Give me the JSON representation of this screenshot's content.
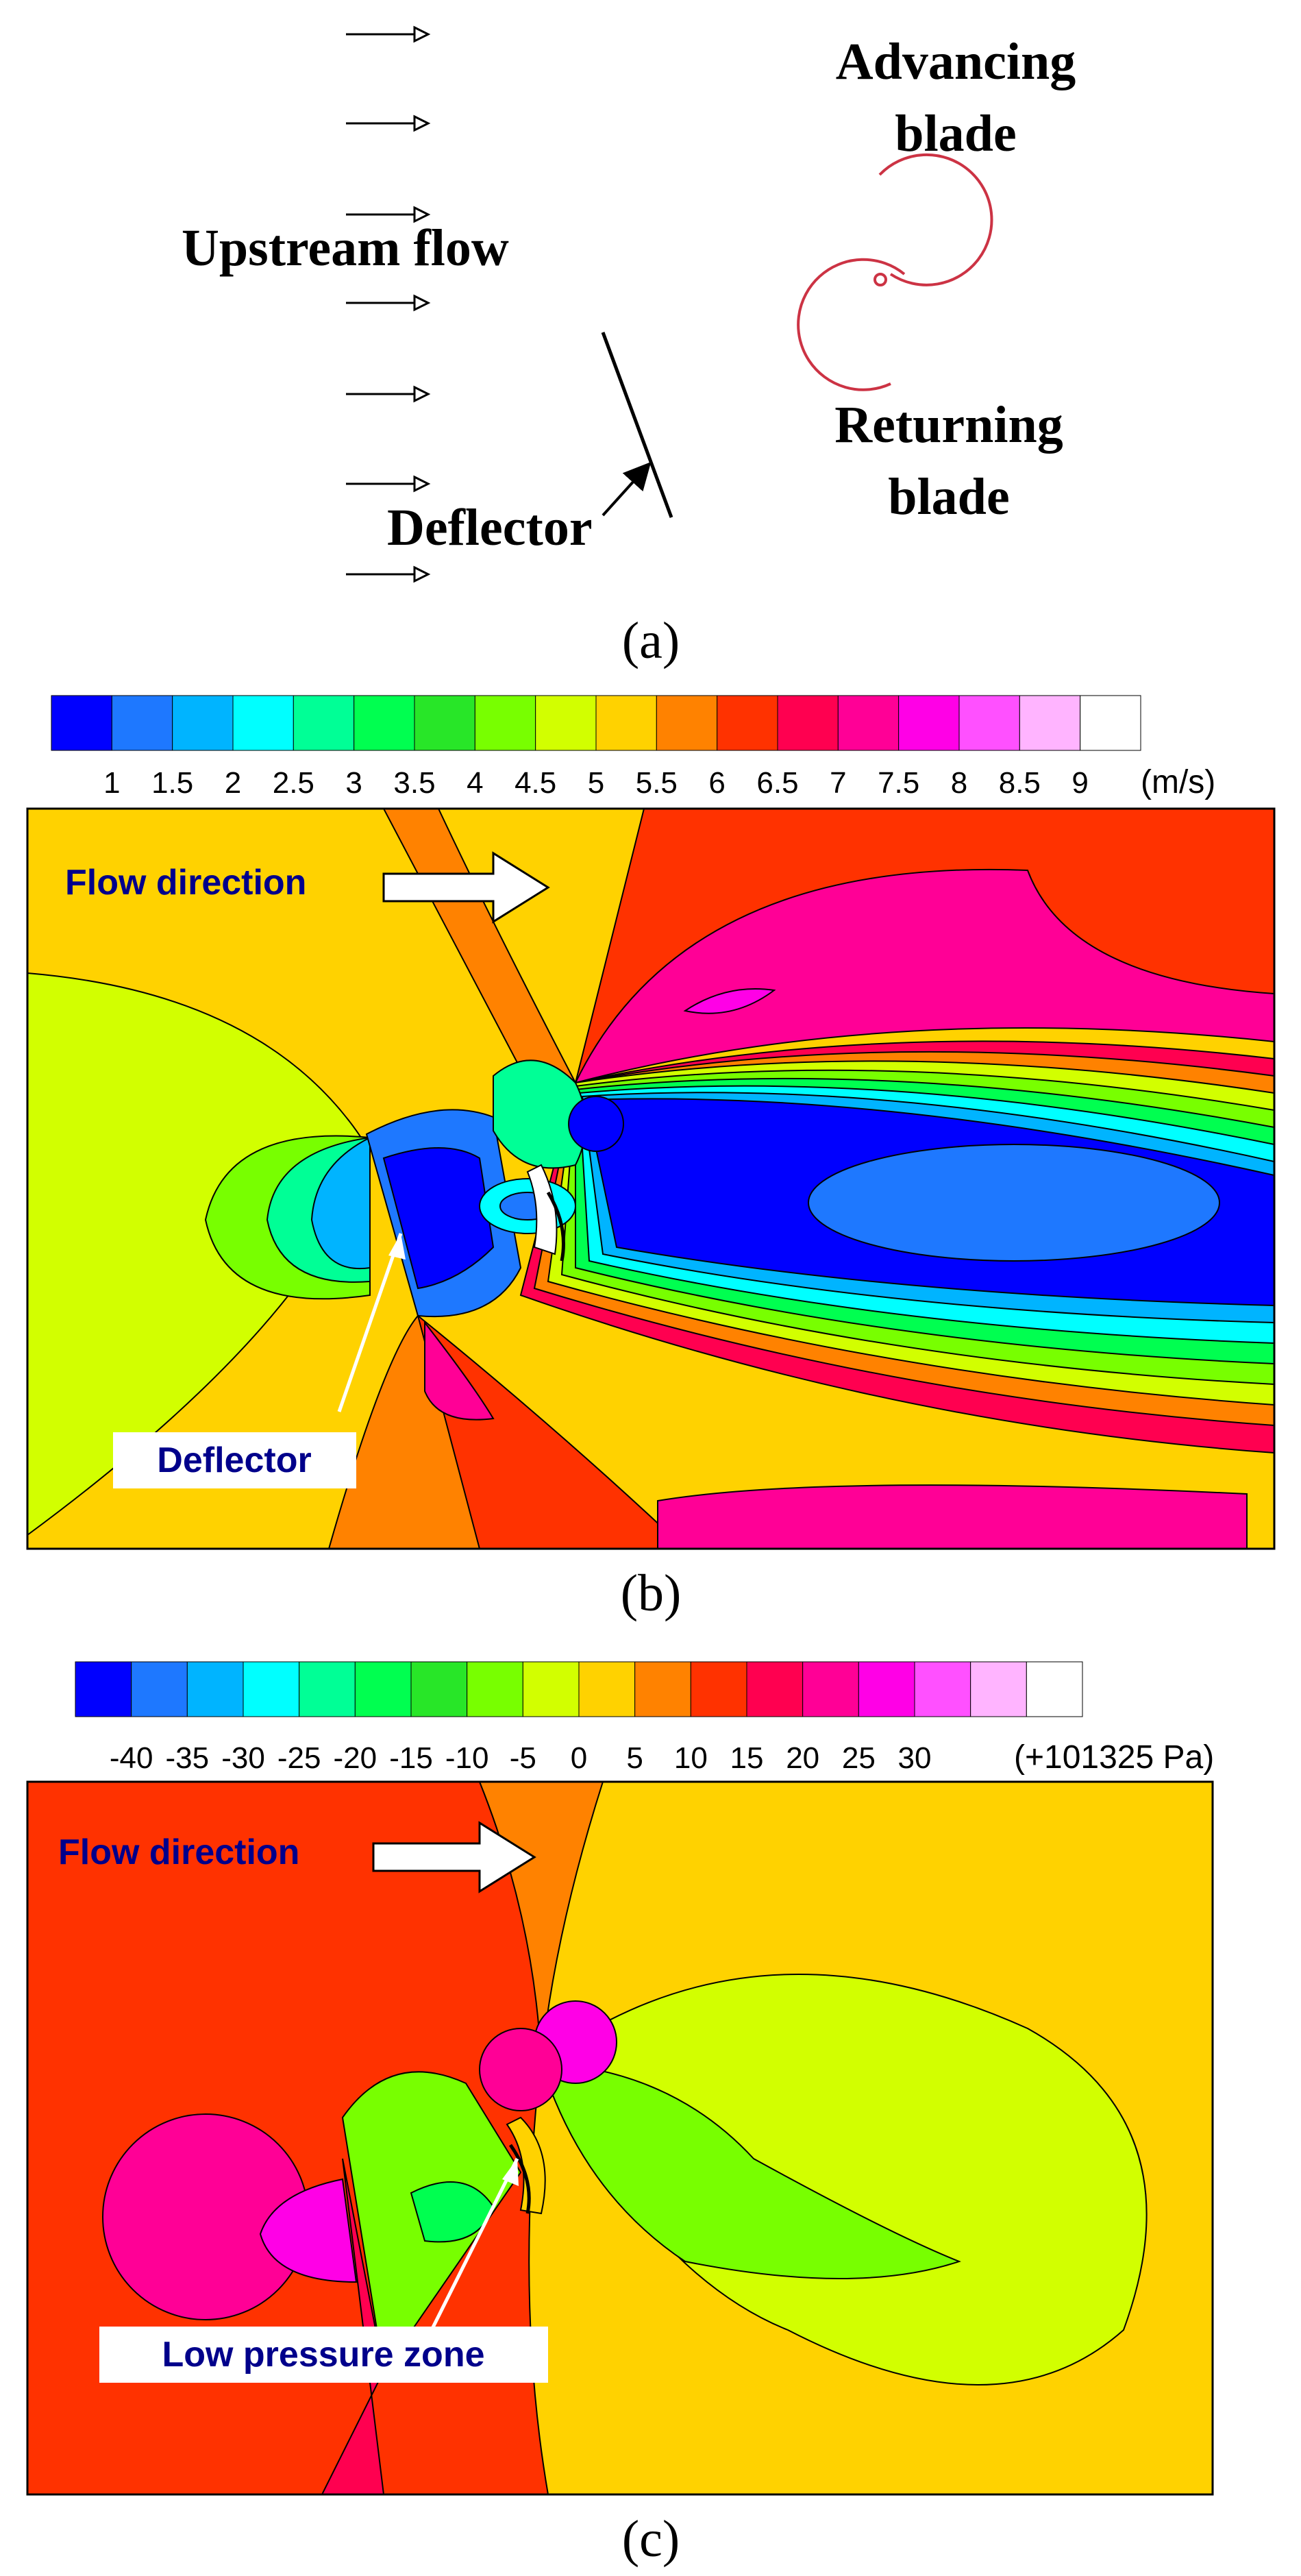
{
  "panel_a": {
    "upstream_label": "Upstream flow",
    "deflector_label": "Deflector",
    "advancing_line1": "Advancing",
    "advancing_line2": "blade",
    "returning_line1": "Returning",
    "returning_line2": "blade",
    "caption": "(a)"
  },
  "panel_b": {
    "caption": "(b)",
    "colorbar_ticks": [
      "1",
      "1.5",
      "2",
      "2.5",
      "3",
      "3.5",
      "4",
      "4.5",
      "5",
      "5.5",
      "6",
      "6.5",
      "7",
      "7.5",
      "8",
      "8.5",
      "9"
    ],
    "unit": "(m/s)",
    "flow_label": "Flow direction",
    "deflector_label": "Deflector",
    "colors": [
      "#0000ff",
      "#1e78ff",
      "#00b4ff",
      "#00ffff",
      "#00ff96",
      "#00ff50",
      "#28e628",
      "#78ff00",
      "#d2ff00",
      "#ffd200",
      "#ff8200",
      "#ff3200",
      "#ff0050",
      "#ff0096",
      "#ff00e6",
      "#ff50ff",
      "#ffb4ff",
      "#ffffff"
    ]
  },
  "panel_c": {
    "caption": "(c)",
    "colorbar_ticks": [
      "-40",
      "-35",
      "-30",
      "-25",
      "-20",
      "-15",
      "-10",
      "-5",
      "0",
      "5",
      "10",
      "15",
      "20",
      "25",
      "30"
    ],
    "unit": "(+101325 Pa)",
    "flow_label": "Flow direction",
    "low_pressure_label": "Low pressure zone",
    "colors": [
      "#0000ff",
      "#1e78ff",
      "#00b4ff",
      "#00ffff",
      "#00ff96",
      "#00ff50",
      "#28e628",
      "#78ff00",
      "#d2ff00",
      "#ffd200",
      "#ff8200",
      "#ff3200",
      "#ff0050",
      "#ff0096",
      "#ff00e6",
      "#ff50ff",
      "#ffb4ff",
      "#ffffff"
    ]
  }
}
